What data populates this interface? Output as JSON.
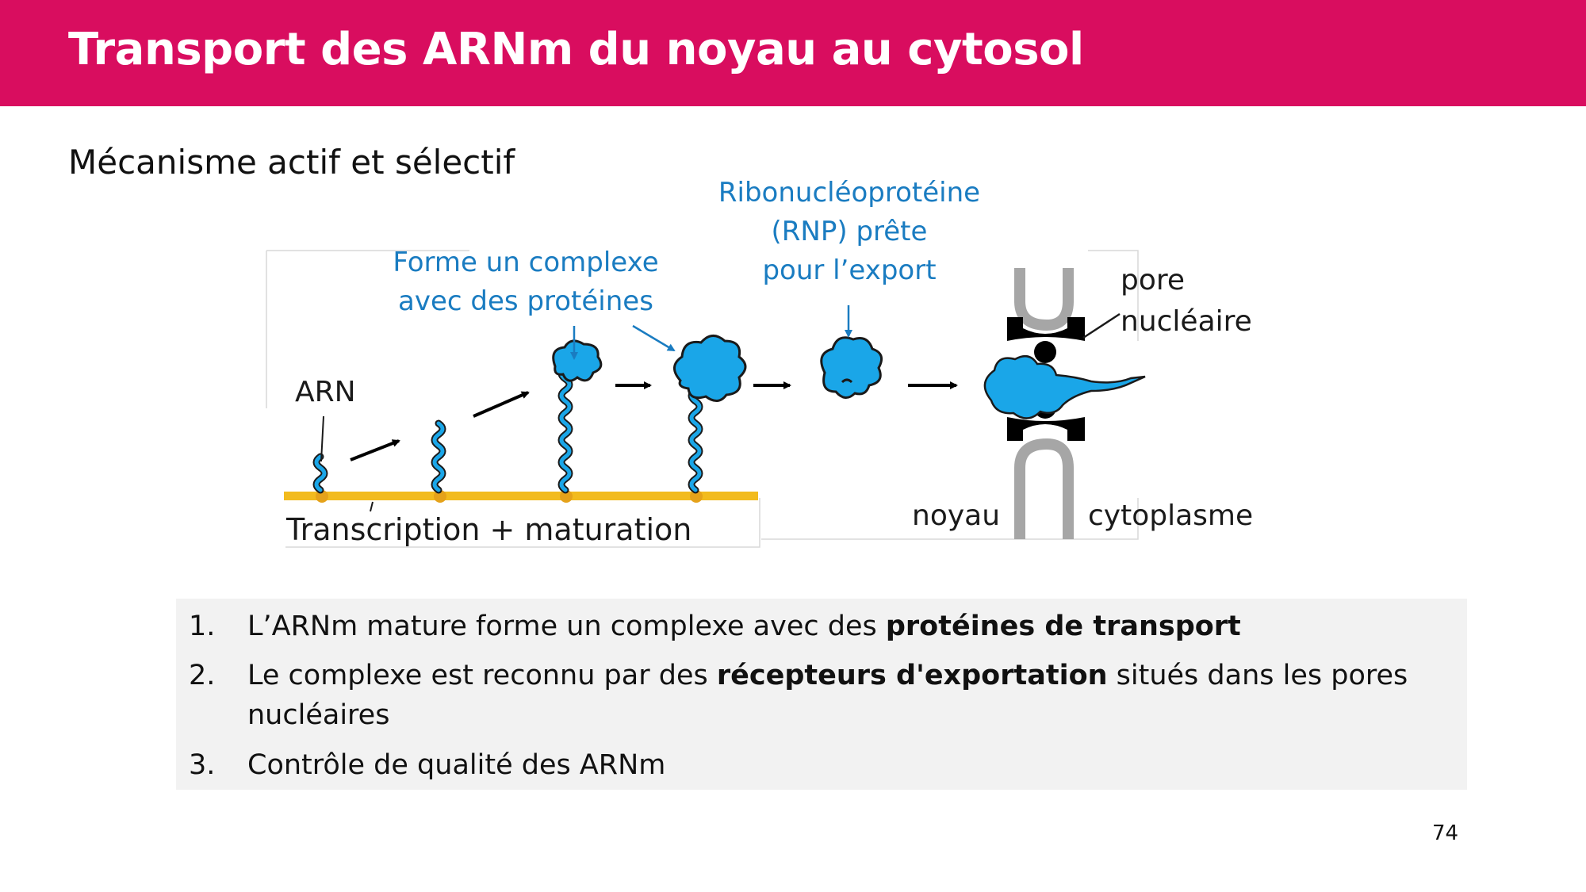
{
  "slide": {
    "title": "Transport des ARNm du noyau au cytosol",
    "subtitle": "Mécanisme actif et sélectif",
    "page_number": "74"
  },
  "diagram": {
    "label_complex": [
      "Forme un complexe",
      "avec des protéines"
    ],
    "label_rnp": [
      "Ribonucléoprotéine",
      "(RNP) prête",
      "pour l’export"
    ],
    "label_arn": "ARN",
    "label_pore": [
      "pore",
      "nucléaire"
    ],
    "label_transcription": "Transcription + maturation",
    "label_noyau": "noyau",
    "label_cytoplasme": "cytoplasme"
  },
  "steps": [
    {
      "number": "1.",
      "before": "L’ARNm mature forme un complexe avec des ",
      "bold": "protéines de transport",
      "after": ""
    },
    {
      "number": "2.",
      "before": "Le complexe est reconnu par des ",
      "bold": "récepteurs d'exportation",
      "after": " situés dans les pores nucléaires"
    },
    {
      "number": "3.",
      "before": "Contrôle de qualité des ARNm",
      "bold": "",
      "after": ""
    }
  ],
  "colors": {
    "title_bar": "#d90d5f",
    "annotation_blue": "#1a7cc1",
    "rna_blue": "#1aa6e8",
    "dna_yellow": "#f2bb1e",
    "steps_background": "#f2f2f2"
  }
}
